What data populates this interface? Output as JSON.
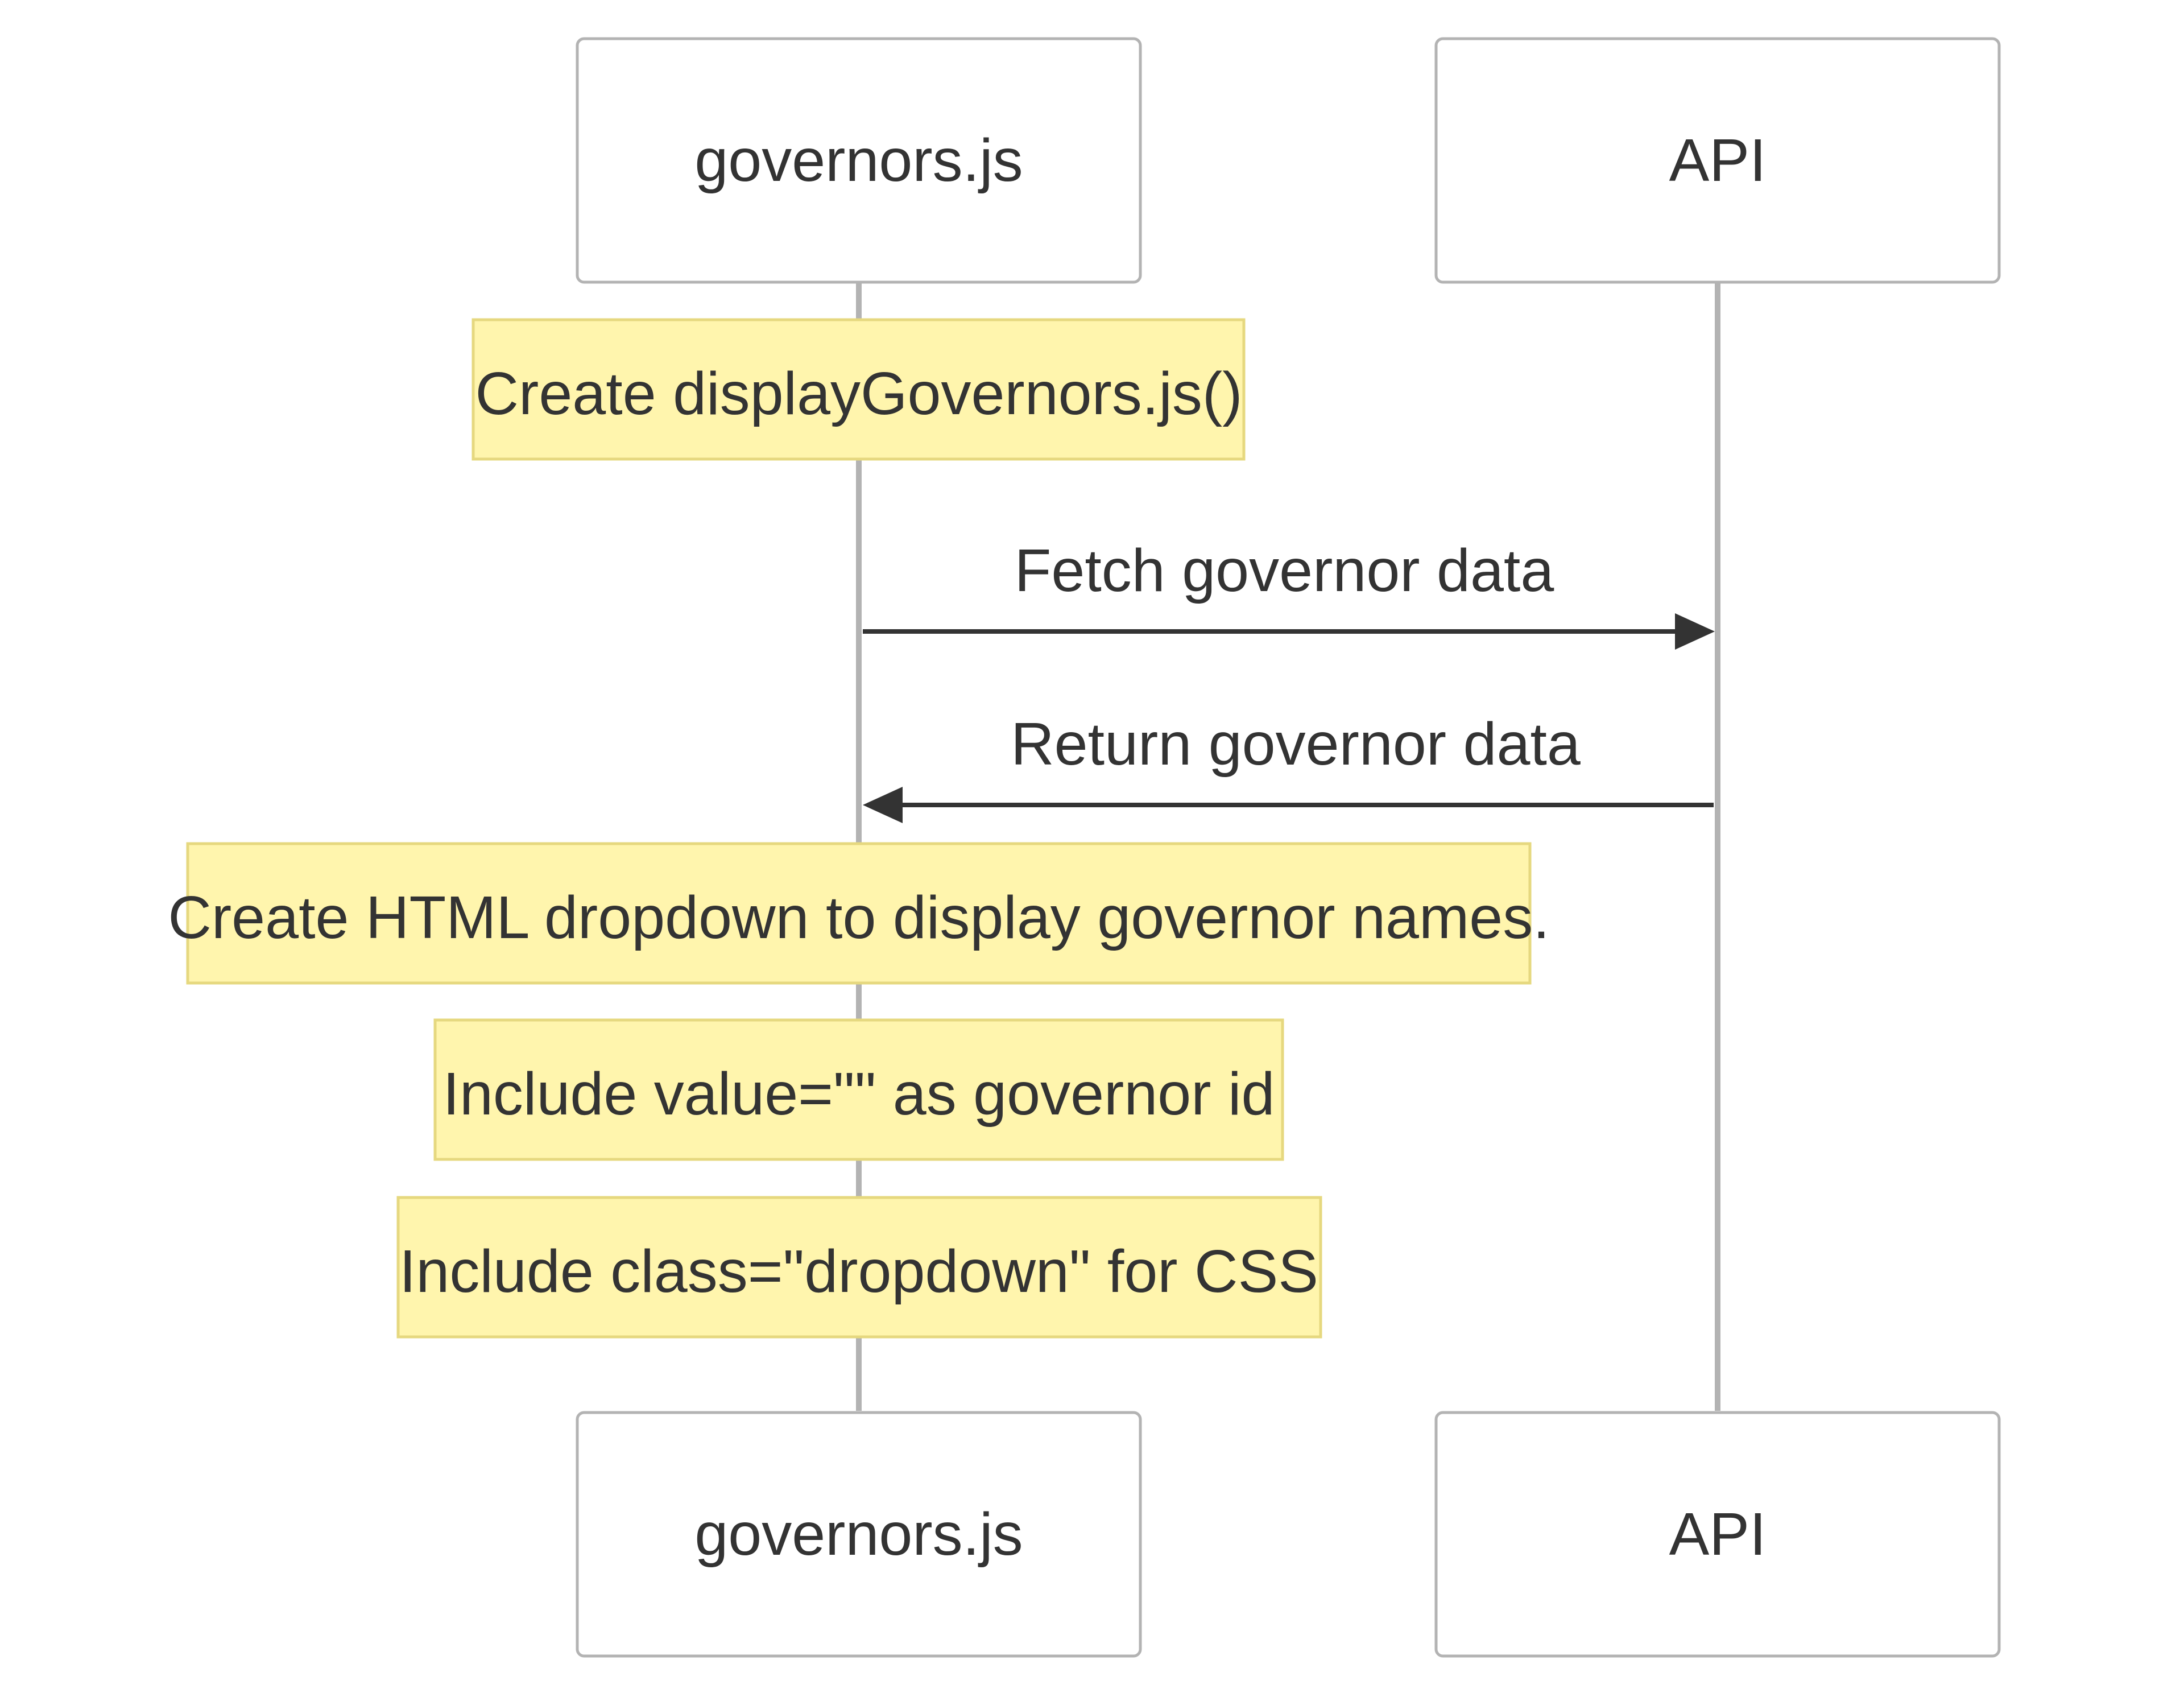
{
  "participants": {
    "governors": {
      "label": "governors.js"
    },
    "api": {
      "label": "API"
    }
  },
  "notes": {
    "create_function": "Create displayGovernors.js()",
    "create_dropdown": "Create HTML dropdown to display governor names.",
    "include_value": "Include value=\"\" as governor id",
    "include_class": "Include class=\"dropdown\" for CSS"
  },
  "messages": {
    "fetch": "Fetch governor data",
    "return": "Return governor data"
  },
  "colors": {
    "note_fill": "#fff5ad",
    "note_border": "#e6d87f",
    "participant_border": "#b3b3b3",
    "lifeline": "#b3b3b3",
    "arrow": "#333333",
    "text": "#333333"
  }
}
